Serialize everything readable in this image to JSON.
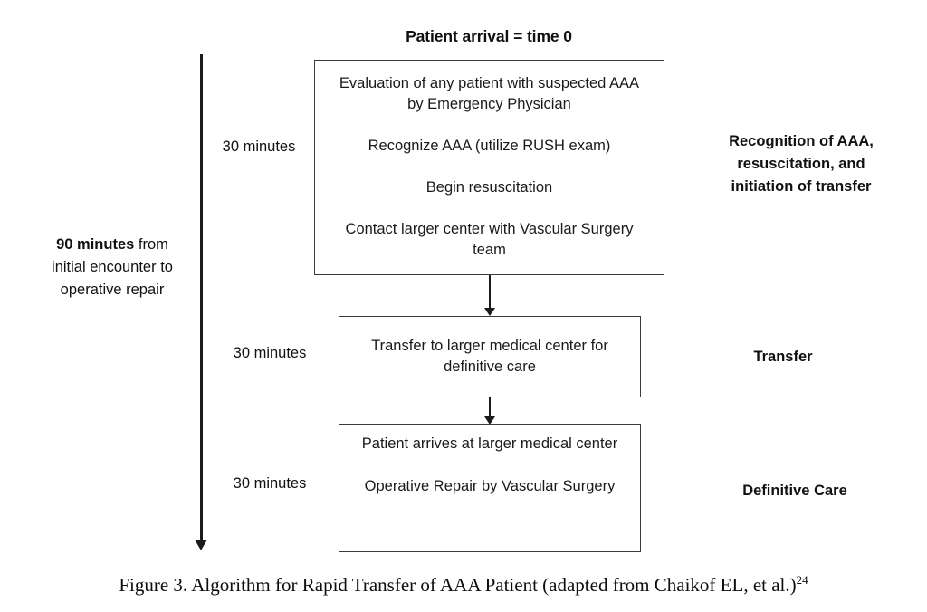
{
  "diagram": {
    "title": "Patient arrival = time 0",
    "timeline": {
      "summary_bold": "90 minutes",
      "summary_rest": " from initial encounter to operative repair",
      "intervals": [
        {
          "label": "30 minutes"
        },
        {
          "label": "30 minutes"
        },
        {
          "label": "30 minutes"
        }
      ]
    },
    "steps": [
      {
        "id": "recognition",
        "lines": [
          "Evaluation of any patient with suspected AAA by Emergency Physician",
          "Recognize AAA (utilize RUSH exam)",
          "Begin resuscitation",
          "Contact larger center with Vascular Surgery team"
        ],
        "phase_lines": [
          "Recognition of AAA,",
          "resuscitation, and",
          "initiation of transfer"
        ]
      },
      {
        "id": "transfer",
        "lines": [
          "Transfer to larger medical center for definitive care"
        ],
        "phase_lines": [
          "Transfer"
        ]
      },
      {
        "id": "definitive-care",
        "lines": [
          "Patient arrives at larger medical center",
          "Operative Repair by Vascular Surgery"
        ],
        "phase_lines": [
          "Definitive Care"
        ]
      }
    ]
  },
  "caption": {
    "text": "Figure 3.  Algorithm for Rapid Transfer of AAA Patient (adapted from Chaikof EL, et al.)",
    "reference": "24"
  },
  "colors": {
    "background": "#ffffff",
    "text": "#111111",
    "box_border": "#3a3a3a",
    "arrow": "#1b1b1b"
  }
}
